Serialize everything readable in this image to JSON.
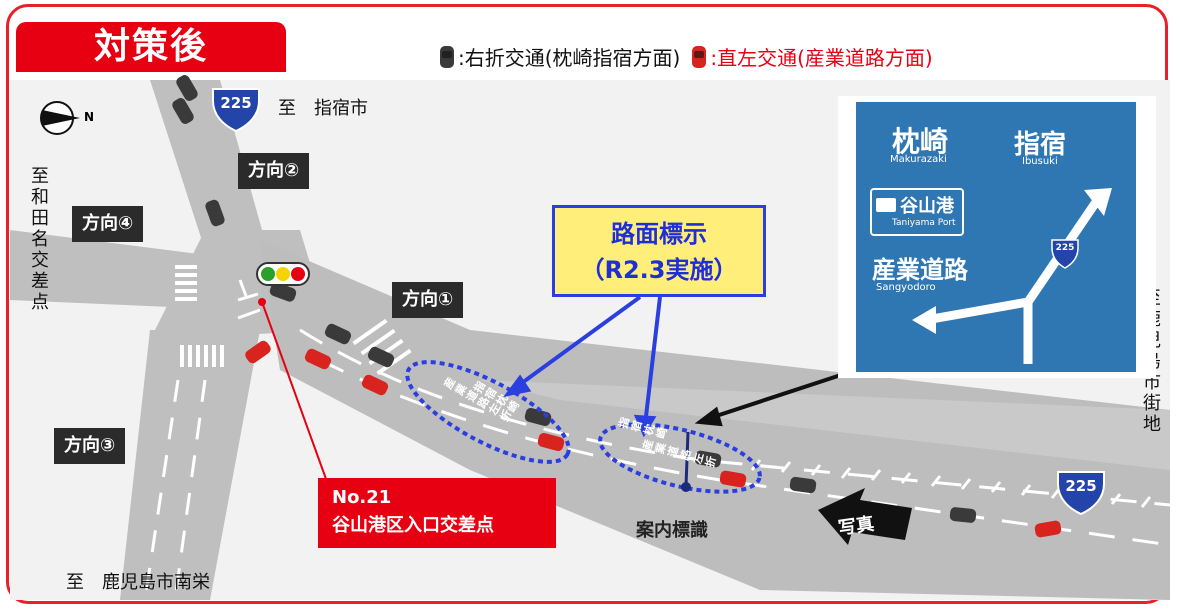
{
  "title": "対策後",
  "legend": {
    "right_turn": ":右折交通(枕崎指宿方面)",
    "straight_left": ":直左交通(産業道路方面)",
    "right_turn_color": "#3a3a3a",
    "straight_left_color": "#d8231e"
  },
  "compass": {
    "label": "N"
  },
  "route": {
    "number": "225",
    "dest_label": "至　指宿市"
  },
  "destinations": {
    "west": "至和田名交差点",
    "south": "至　鹿児島市南栄",
    "east": "至鹿児島市街地"
  },
  "directions": {
    "d1": "方向①",
    "d2": "方向②",
    "d3": "方向③",
    "d4": "方向④"
  },
  "road_marking_callout": {
    "line1": "路面標示",
    "line2": "（R2.3実施）"
  },
  "road_markings": {
    "left": [
      "産業道路左折",
      "指宿枕崎"
    ],
    "right": [
      "指宿枕崎",
      "産業道路左折"
    ]
  },
  "intersection": {
    "number": "No.21",
    "name": "谷山港区入口交差点"
  },
  "sign_label": "案内標識",
  "photo_label": "写真",
  "sign_photo": {
    "dest1": "枕崎",
    "dest1_romaji": "Makurazaki",
    "dest2": "指宿",
    "dest2_romaji": "Ibusuki",
    "port": "谷山港",
    "port_romaji": "Taniyama Port",
    "road": "産業道路",
    "road_romaji": "Sangyodoro",
    "route": "225"
  },
  "colors": {
    "frame": "#e8202a",
    "title_bg": "#e60012",
    "callout_border": "#2b3fe0",
    "callout_bg": "#ffef7a",
    "road": "#bdbdbd",
    "sign_bg": "#2f77b2"
  }
}
